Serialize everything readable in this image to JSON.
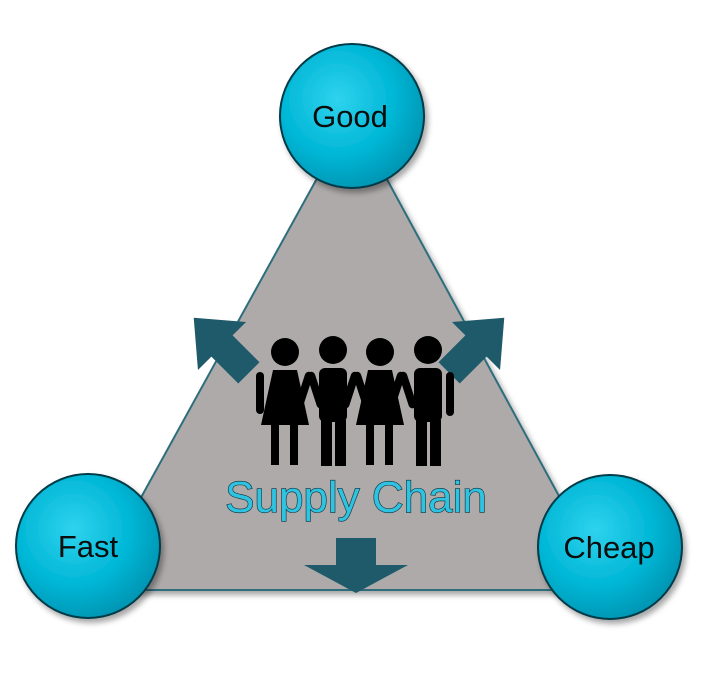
{
  "diagram": {
    "nodes": {
      "top": {
        "label": "Good"
      },
      "left": {
        "label": "Fast"
      },
      "right": {
        "label": "Cheap"
      }
    },
    "center": {
      "title": "Supply Chain",
      "icon": "people-holding-hands-icon"
    },
    "arrows": [
      "arrow-up-left-icon",
      "arrow-up-right-icon",
      "arrow-down-icon"
    ],
    "colors": {
      "triangle_fill": "#aeaaaa",
      "triangle_edge": "#2f6e7c",
      "circle_fill": "#00b7d6",
      "circle_edge": "#063a47",
      "arrow": "#1f5a6a",
      "people": "#000000",
      "title_fill": "#2fc3e2"
    }
  }
}
